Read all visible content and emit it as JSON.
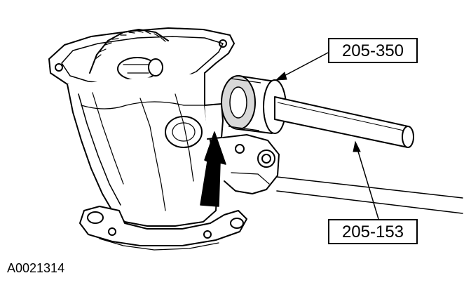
{
  "callouts": {
    "installer_tool": "205-350",
    "handle_tool": "205-153"
  },
  "figure_id": "A0021314",
  "colors": {
    "ink": "#000000",
    "paper": "#ffffff",
    "shade": "#d8d8d8"
  }
}
